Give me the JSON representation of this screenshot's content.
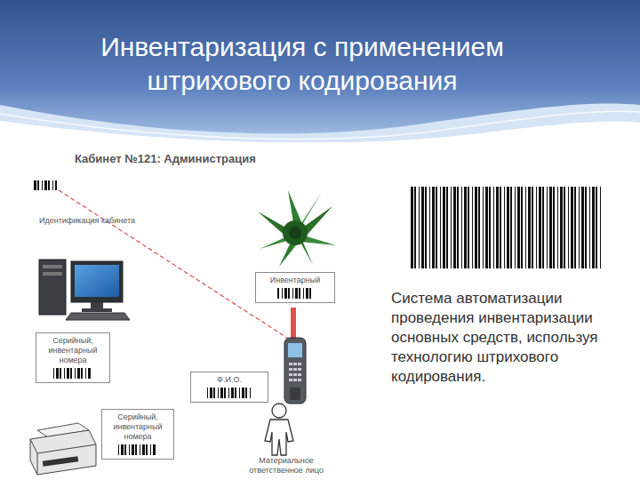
{
  "diagram": {
    "title": "Инвентаризация с применением штрихового кодирования",
    "nodes": [
      {
        "text": [
          "Инвентарный"
        ]
      },
      {
        "text": [
          "Серийный, инвентарный номера"
        ]
      },
      {
        "text": [
          "Ф.И.О."
        ]
      },
      {
        "text": [
          "Серийный, инвентарный номера"
        ]
      }
    ],
    "labels": [
      "Кабинет №121: Администрация",
      "Идентификация кабинета",
      "Материальное ответственное лицо",
      "Система автоматизации проведения инвентаризации основных средств, используя технологию штрихового кодирования."
    ]
  }
}
